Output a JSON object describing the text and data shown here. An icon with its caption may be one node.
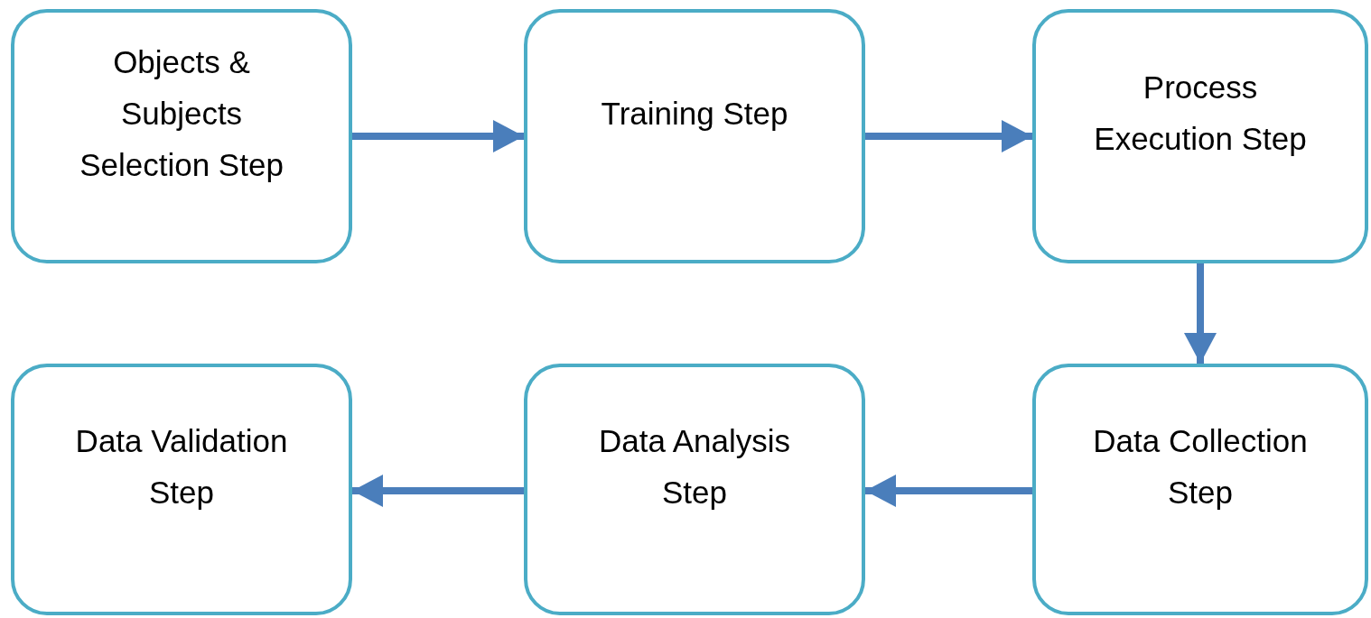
{
  "diagram": {
    "nodes": [
      {
        "text": [
          "Objects & Subjects Selection Step"
        ]
      },
      {
        "text": [
          "Training Step"
        ]
      },
      {
        "text": [
          "Process Execution Step"
        ]
      },
      {
        "text": [
          "Data Collection Step"
        ]
      },
      {
        "text": [
          "Data Analysis Step"
        ]
      },
      {
        "text": [
          "Data Validation Step"
        ]
      }
    ],
    "edges": [
      {
        "from": 0,
        "to": 1,
        "arrow": "to"
      },
      {
        "from": 1,
        "to": 2,
        "arrow": "to"
      },
      {
        "from": 2,
        "to": 3,
        "arrow": "to"
      },
      {
        "from": 3,
        "to": 4,
        "arrow": "to"
      },
      {
        "from": 4,
        "to": 5,
        "arrow": "to"
      }
    ]
  }
}
